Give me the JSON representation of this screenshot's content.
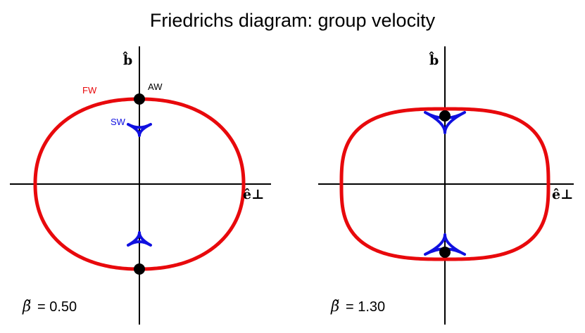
{
  "title": "Friedrichs diagram: group velocity",
  "colors": {
    "fw": "#e8090c",
    "sw": "#1010e0",
    "aw": "#000000",
    "axis": "#000000"
  },
  "panels": [
    {
      "axis_b_label": "b̂",
      "axis_e_label": "ê⊥",
      "beta_symbol": "β̃",
      "beta_eq": "= 0.50",
      "beta_value": 0.5,
      "labels": {
        "fw": "FW",
        "sw": "SW",
        "aw": "AW"
      }
    },
    {
      "axis_b_label": "b̂",
      "axis_e_label": "ê⊥",
      "beta_symbol": "β̃",
      "beta_eq": "= 1.30",
      "beta_value": 1.3,
      "labels": {}
    }
  ]
}
